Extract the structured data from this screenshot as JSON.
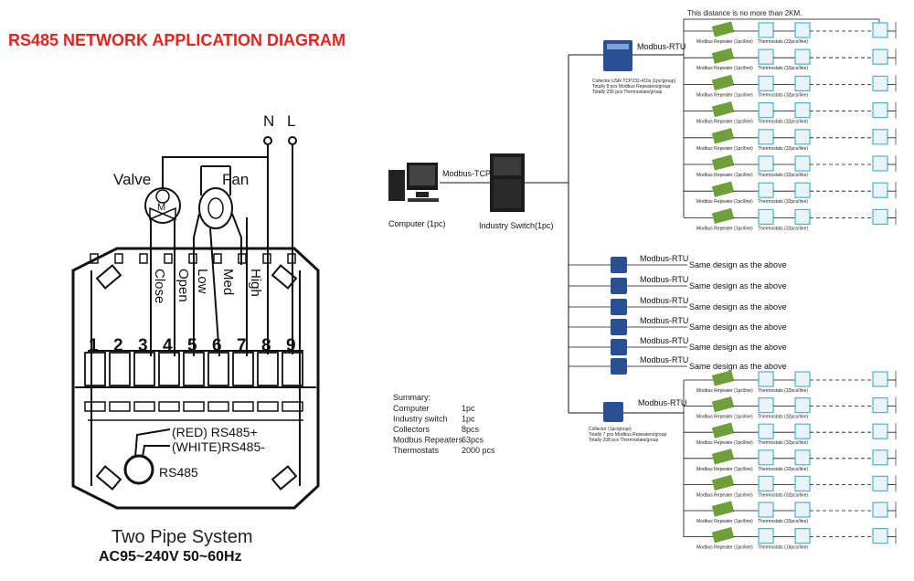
{
  "title": "RS485 NETWORK APPLICATION DIAGRAM",
  "wiring": {
    "n_label": "N",
    "l_label": "L",
    "valve_label": "Valve",
    "fan_label": "Fan",
    "valve_symbol": "M",
    "pins": [
      "1",
      "2",
      "3",
      "4",
      "5",
      "6",
      "7",
      "8",
      "9"
    ],
    "functions": [
      "Close",
      "Open",
      "Low",
      "Med",
      "High"
    ],
    "rs485_plus": "(RED) RS485+",
    "rs485_minus": "(WHITE)RS485-",
    "rs485_label": "RS485",
    "system_name": "Two Pipe System",
    "power_spec": "AC95~240V  50~60Hz"
  },
  "network": {
    "distance_note": "This distance is no more than 2KM.",
    "computer_label": "Computer (1pc)",
    "switch_label": "Industry Switch(1pc)",
    "tcp_label": "Modbus-TCP",
    "rtu_label": "Modbus-RTU",
    "collector_top": [
      "Collector USR-TCP232-410s (1pc/group)",
      "Totally 8 pcs Modbus Repeaters/group",
      "Totally 256 pcs Thermostats/group"
    ],
    "collector_bottom": [
      "Collector (1pc/group)",
      "Totally 7 pcs Modbus Repeaters/group",
      "Totally 208 pcs Thermostats/group"
    ],
    "repeater_label": "Modbus Repeater (1pc/line)",
    "thermo_label": "Thermostats (32pcs/line)",
    "thermo_label_last": "Thermostats (16pcs/line)",
    "same_design": "Same design as the above",
    "summary": {
      "heading": "Summary:",
      "rows": [
        {
          "name": "Computer",
          "qty": "1pc"
        },
        {
          "name": "Industry switch",
          "qty": "1pc"
        },
        {
          "name": "Collectors",
          "qty": "8pcs"
        },
        {
          "name": "Modbus Repeaters",
          "qty": "63pcs"
        },
        {
          "name": "Thermostats",
          "qty": "2000 pcs"
        }
      ]
    }
  },
  "colors": {
    "title": "#e8221c",
    "line": "#111111",
    "device_blue": "#2b4f93",
    "repeater_green": "#6e9f3a",
    "thermo_teal": "#4fb3c9",
    "highlight_red": "#d42020"
  }
}
